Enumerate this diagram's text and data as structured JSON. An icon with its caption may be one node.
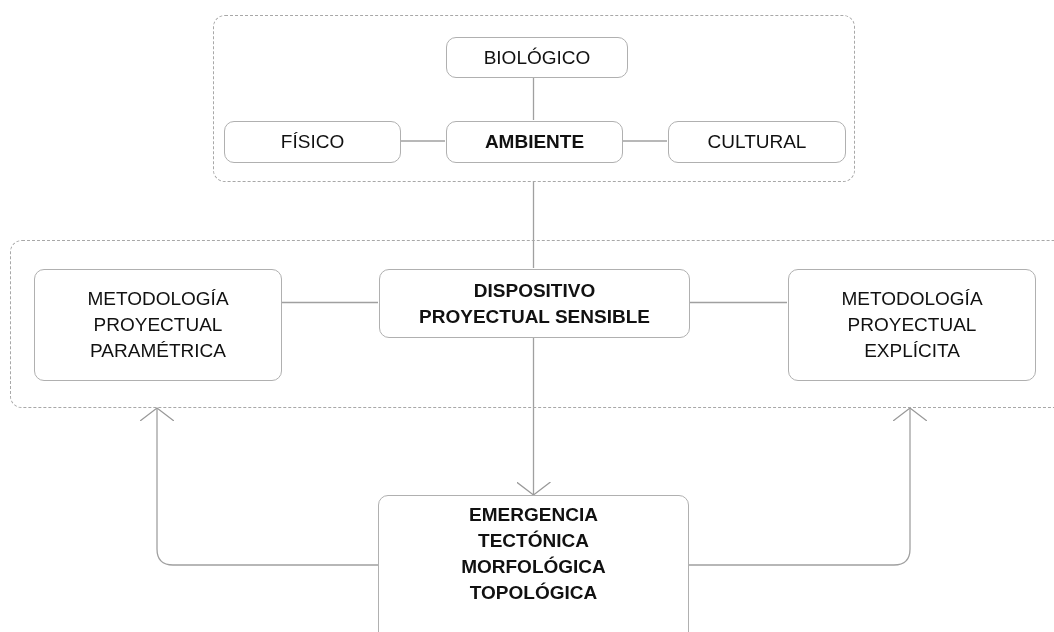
{
  "diagram": {
    "nodes": [
      {
        "text": [],
        "shape": "box"
      },
      {
        "text": [
          "BIOLÓGICO"
        ],
        "in": 0
      },
      {
        "text": [
          "FÍSICO"
        ],
        "in": 0
      },
      {
        "text": [
          "AMBIENTE"
        ],
        "in": 0
      },
      {
        "text": [
          "CULTURAL"
        ],
        "in": 0
      },
      {
        "text": [],
        "shape": "box"
      },
      {
        "text": [
          "METODOLOGÍA PROYECTUAL PARAMÉTRICA"
        ],
        "in": 5
      },
      {
        "text": [
          "DISPOSITIVO PROYECTUAL SENSIBLE"
        ],
        "in": 5
      },
      {
        "text": [
          "METODOLOGÍA PROYECTUAL EXPLÍCITA"
        ],
        "in": 5
      },
      {
        "text": [
          "EMERGENCIA TECTÓNICA MORFOLÓGICA TOPOLÓGICA"
        ]
      }
    ],
    "edges": [
      {
        "from": 3,
        "to": 1,
        "arrow": "none"
      },
      {
        "from": 2,
        "to": 3,
        "arrow": "none"
      },
      {
        "from": 3,
        "to": 4,
        "arrow": "none"
      },
      {
        "from": 0,
        "to": 7,
        "arrow": "none"
      },
      {
        "from": 6,
        "to": 7,
        "arrow": "none"
      },
      {
        "from": 7,
        "to": 8,
        "arrow": "none"
      },
      {
        "from": 7,
        "to": 9,
        "arrow": "to"
      },
      {
        "from": 9,
        "to": 5,
        "arrow": "to"
      },
      {
        "from": 9,
        "to": 5,
        "arrow": "to"
      }
    ]
  }
}
